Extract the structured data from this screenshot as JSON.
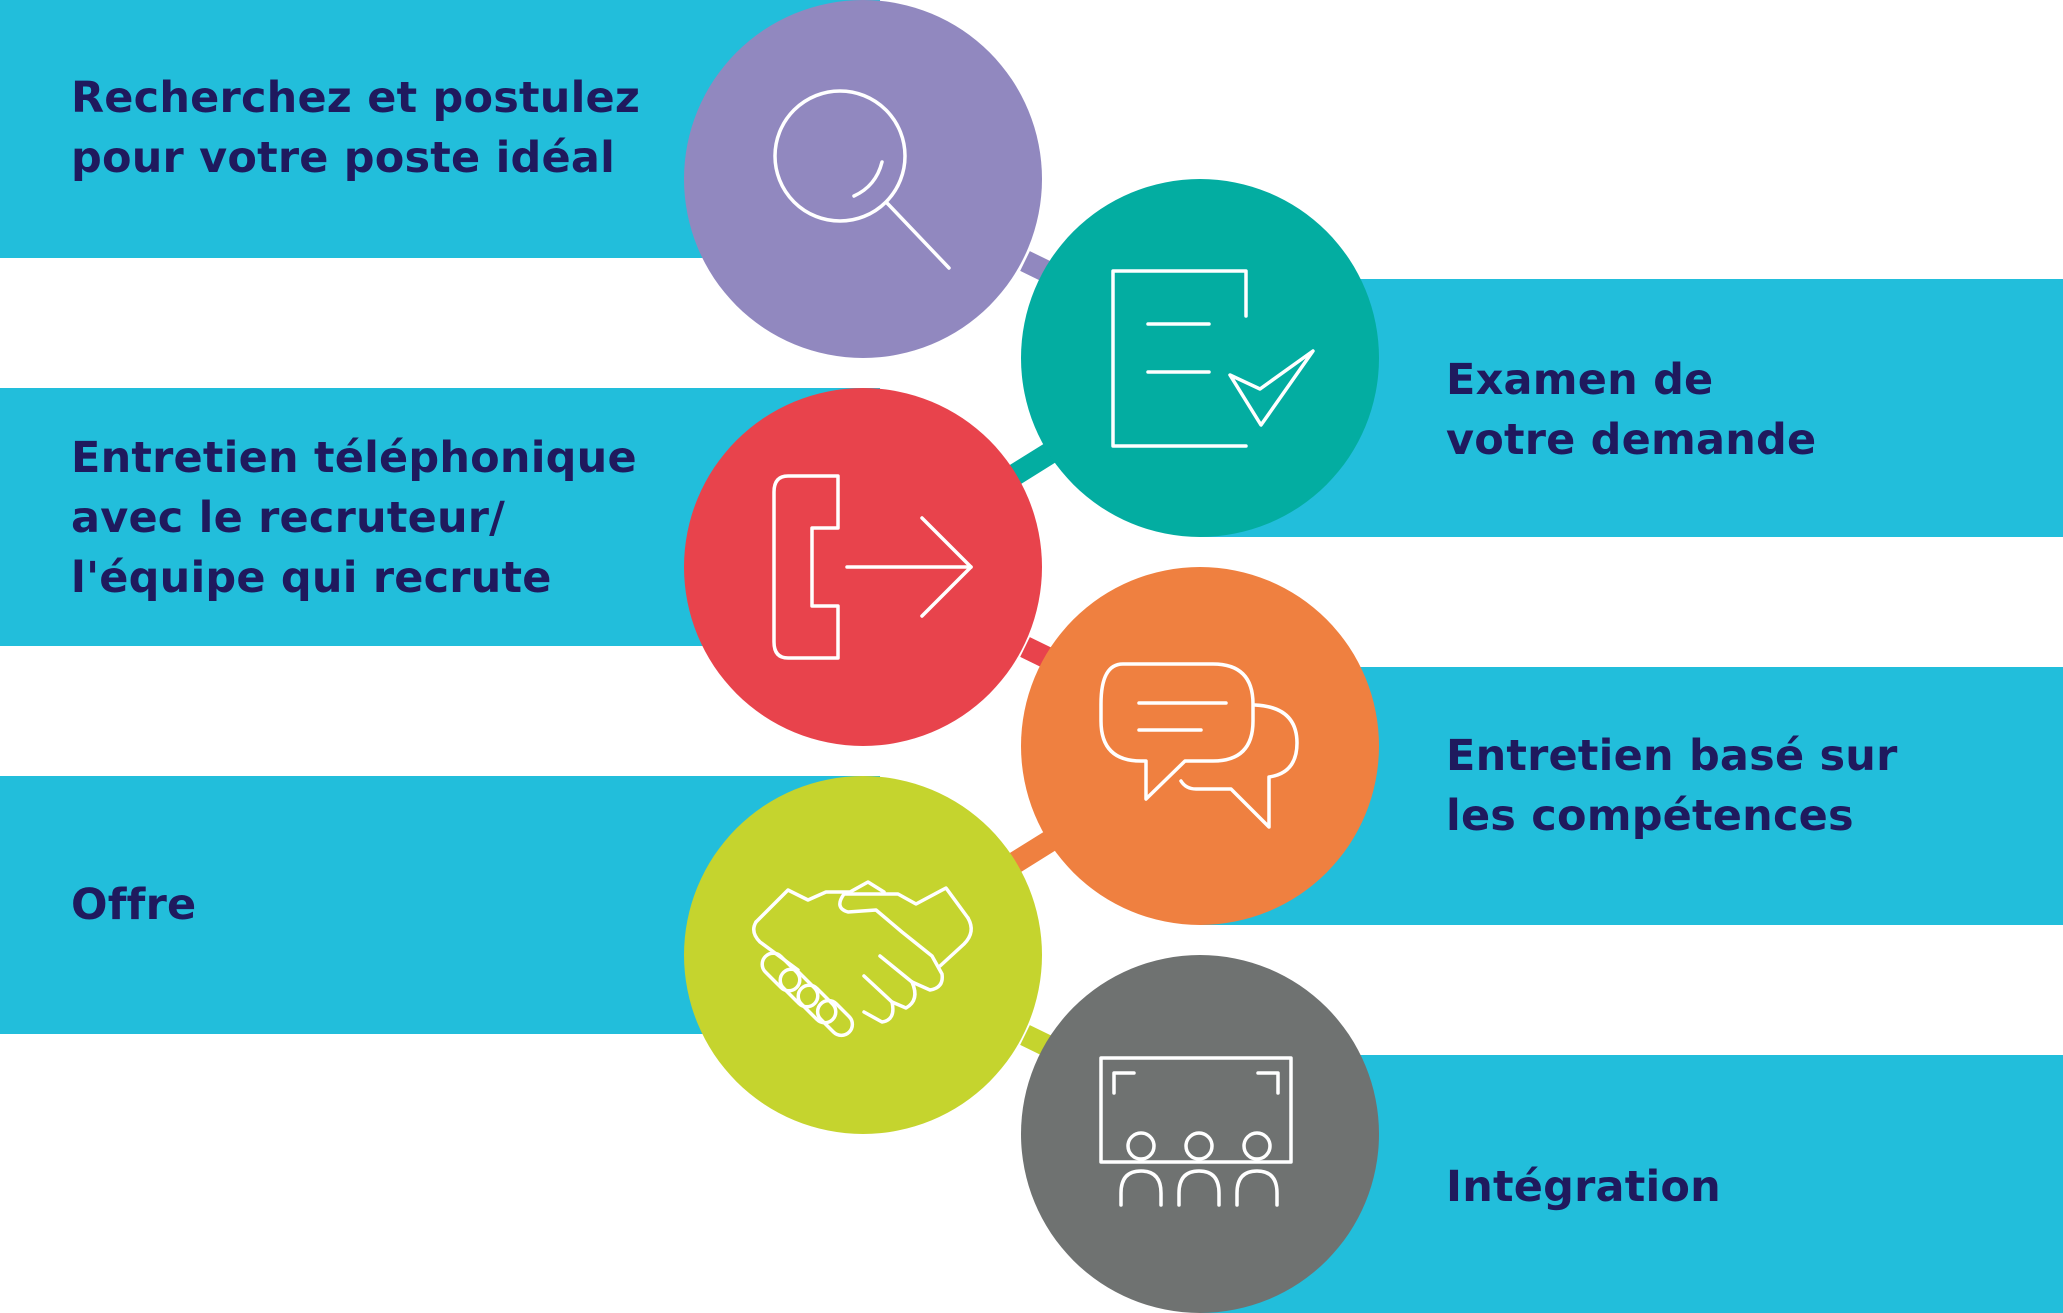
{
  "colors": {
    "band": "#22bedb",
    "label_text": "#1f1a5e",
    "icon_stroke": "#ffffff"
  },
  "steps": [
    {
      "label": "Recherchez et postulez\npour votre poste idéal",
      "side": "left",
      "color": "#9188bf",
      "icon": "magnifier-icon"
    },
    {
      "label": "Examen de\nvotre demande",
      "side": "right",
      "color": "#03ada1",
      "icon": "document-check-icon"
    },
    {
      "label": "Entretien téléphonique\navec le recruteur/\nl'équipe qui recrute",
      "side": "left",
      "color": "#e8434c",
      "icon": "phone-arrow-icon"
    },
    {
      "label": "Entretien basé sur\nles compétences",
      "side": "right",
      "color": "#ef8040",
      "icon": "speech-bubbles-icon"
    },
    {
      "label": "Offre",
      "side": "left",
      "color": "#c5d42e",
      "icon": "handshake-icon"
    },
    {
      "label": "Intégration",
      "side": "right",
      "color": "#6f7271",
      "icon": "presentation-people-icon"
    }
  ]
}
